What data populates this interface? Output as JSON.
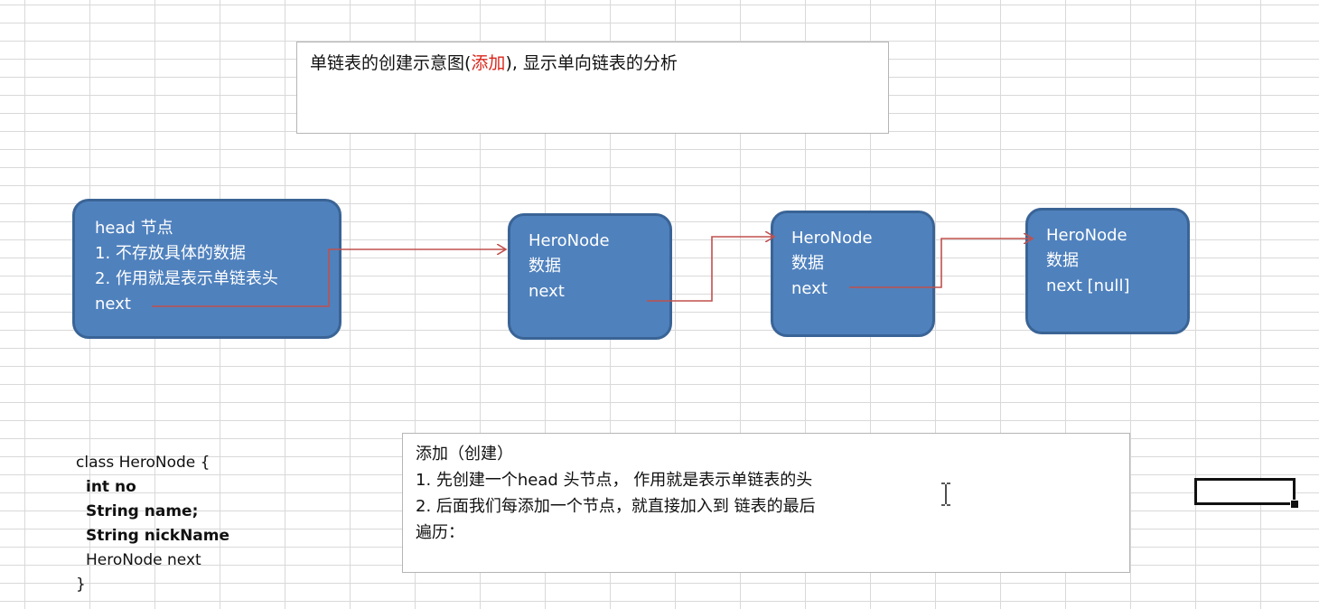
{
  "title": {
    "prefix": "单链表的创建示意图(",
    "highlight": "添加",
    "suffix": "), 显示单向链表的分析",
    "highlight_color": "#d9261c"
  },
  "head_node": {
    "lines": [
      "head 节点",
      "1. 不存放具体的数据",
      "2. 作用就是表示单链表头",
      "next"
    ]
  },
  "nodes": [
    {
      "lines": [
        "HeroNode",
        "数据",
        "next"
      ]
    },
    {
      "lines": [
        "HeroNode",
        "数据",
        "next"
      ]
    },
    {
      "lines": [
        "HeroNode",
        "数据",
        "next [null]"
      ]
    }
  ],
  "code": {
    "lines": [
      "class HeroNode {",
      "int no",
      "String name;",
      "String nickName",
      "HeroNode next",
      "}"
    ]
  },
  "info": {
    "lines": [
      "添加（创建）",
      "1. 先创建一个head 头节点， 作用就是表示单链表的头",
      "2. 后面我们每添加一个节点，就直接加入到 链表的最后",
      "遍历："
    ]
  },
  "colors": {
    "node_fill": "#4f81bd",
    "node_border": "#3a6496",
    "arrow": "#c0504d",
    "grid": "#d9d9d9"
  }
}
